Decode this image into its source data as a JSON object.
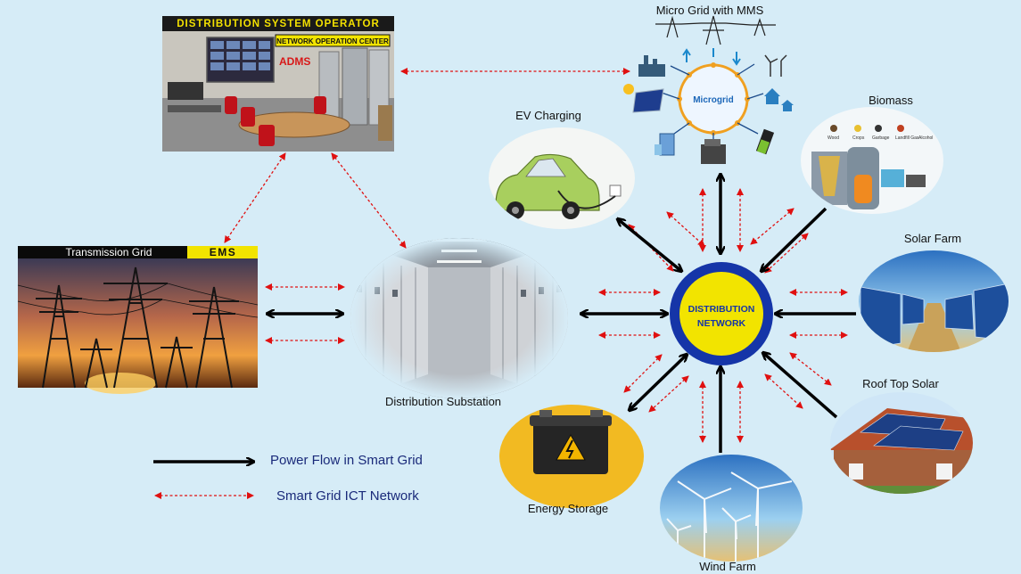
{
  "dso": {
    "title": "DISTRIBUTION SYSTEM OPERATOR",
    "noc": "NETWORK OPERATION CENTER",
    "adms": "ADMS"
  },
  "transmission": {
    "title": "Transmission Grid",
    "ems": "EMS"
  },
  "substation": {
    "label": "Distribution Substation"
  },
  "hub": {
    "line1": "DISTRIBUTION",
    "line2": "NETWORK"
  },
  "microgrid": {
    "title": "Micro Grid with MMS",
    "center": "Microgrid"
  },
  "biomass": {
    "label": "Biomass",
    "items": [
      "Wood",
      "Crops",
      "Garbage",
      "Landfill Gas",
      "Alcohol"
    ]
  },
  "ev": {
    "label": "EV Charging"
  },
  "solar_farm": {
    "label": "Solar Farm"
  },
  "rooftop": {
    "label": "Roof Top Solar"
  },
  "wind": {
    "label": "Wind Farm"
  },
  "storage": {
    "label": "Energy Storage"
  },
  "legend": {
    "power": "Power Flow in Smart Grid",
    "ict": "Smart Grid ICT Network"
  },
  "colors": {
    "power": "#000000",
    "ict": "#e01010",
    "hub_ring": "#1535a8",
    "hub_fill": "#f2e400",
    "bg": "#d6ecf7"
  }
}
